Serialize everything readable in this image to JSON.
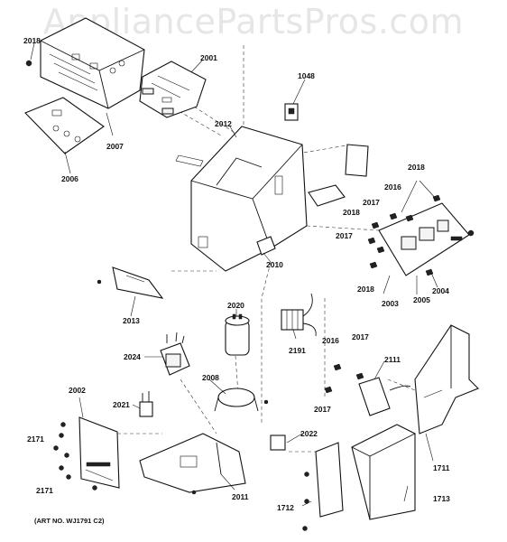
{
  "watermark": "AppliancePartsPros.com",
  "art_number": "(ART NO. WJ1791 C2)",
  "callouts": {
    "c2018_top": "2018",
    "c2001": "2001",
    "c1048": "1048",
    "c2012": "2012",
    "c2007": "2007",
    "c2006": "2006",
    "c2018_right": "2018",
    "c2016_right": "2016",
    "c2017_right": "2017",
    "c2018_mid": "2018",
    "c2017_mid": "2017",
    "c2010": "2010",
    "c2013": "2013",
    "c2018_low": "2018",
    "c2003": "2003",
    "c2005": "2005",
    "c2004": "2004",
    "c2020": "2020",
    "c2191": "2191",
    "c2024": "2024",
    "c2016_low": "2016",
    "c2017_low": "2017",
    "c2111": "2111",
    "c2008": "2008",
    "c2017_low2": "2017",
    "c2002": "2002",
    "c2021": "2021",
    "c2171_top": "2171",
    "c2022": "2022",
    "c2171_bot": "2171",
    "c1711": "1711",
    "c2011": "2011",
    "c1712": "1712",
    "c1713": "1713"
  }
}
